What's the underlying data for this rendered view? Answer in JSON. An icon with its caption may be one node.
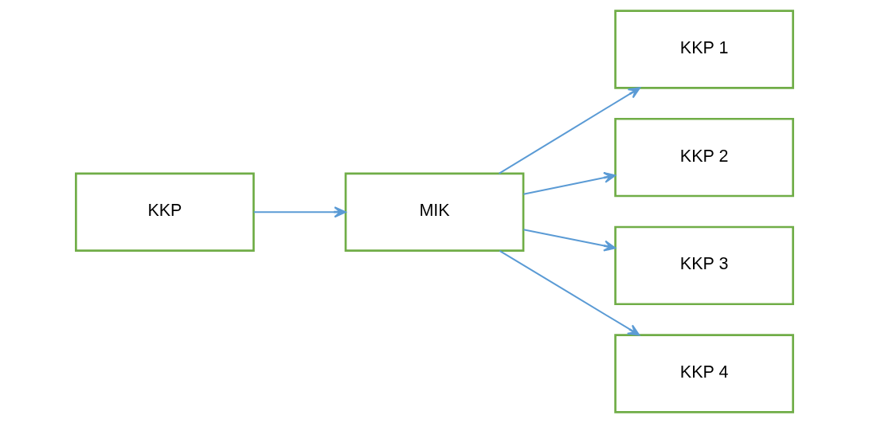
{
  "diagram": {
    "nodes": [
      {
        "text": [
          "KKP"
        ]
      },
      {
        "text": [
          "MIK"
        ]
      },
      {
        "text": [
          "KKP 1"
        ]
      },
      {
        "text": [
          "KKP 2"
        ]
      },
      {
        "text": [
          "KKP 3"
        ]
      },
      {
        "text": [
          "KKP 4"
        ]
      }
    ],
    "edges": [
      {
        "from": 0,
        "to": 1,
        "arrow": "to"
      },
      {
        "from": 1,
        "to": 2,
        "arrow": "to"
      },
      {
        "from": 1,
        "to": 3,
        "arrow": "to"
      },
      {
        "from": 1,
        "to": 4,
        "arrow": "to"
      },
      {
        "from": 1,
        "to": 5,
        "arrow": "to"
      }
    ]
  }
}
